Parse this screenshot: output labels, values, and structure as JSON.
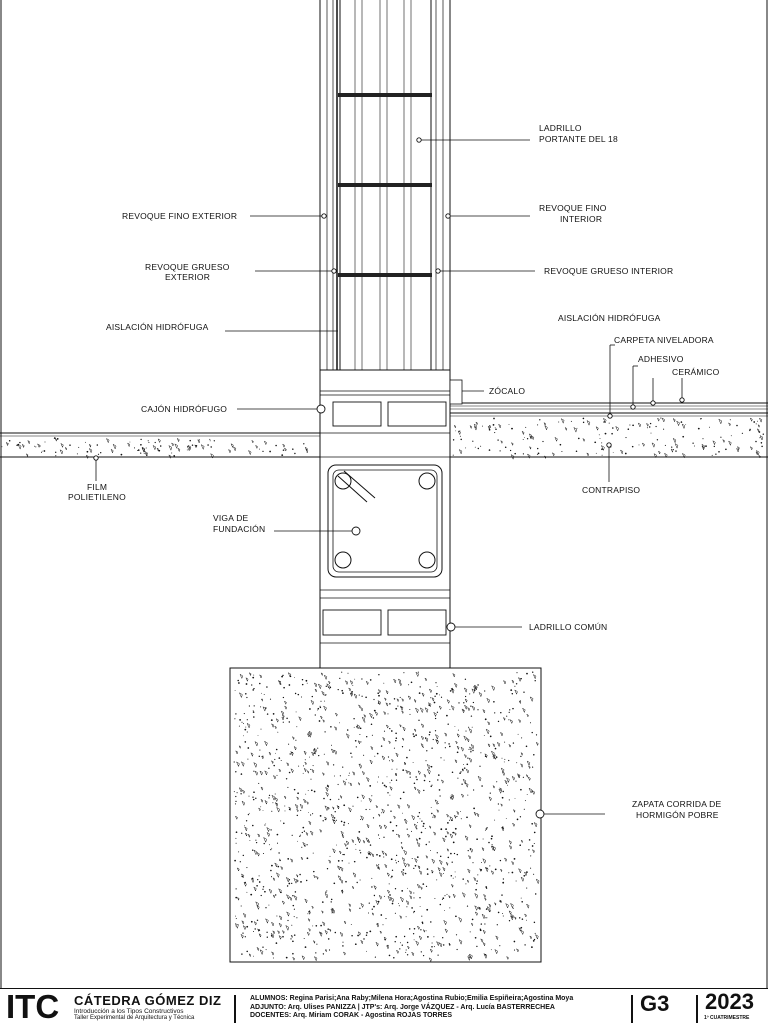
{
  "drawing": {
    "labels": {
      "ladrillo_portante": [
        "LADRILLO",
        "PORTANTE DEL 18"
      ],
      "revoque_fino_exterior": [
        "REVOQUE FINO EXTERIOR"
      ],
      "revoque_fino_interior": [
        "REVOQUE FINO",
        "INTERIOR"
      ],
      "revoque_grueso_exterior": [
        "REVOQUE GRUESO",
        "EXTERIOR"
      ],
      "revoque_grueso_interior": [
        "REVOQUE GRUESO INTERIOR"
      ],
      "aislacion_hidrofuga_left": [
        "AISLACIÓN HIDRÓFUGA"
      ],
      "aislacion_hidrofuga_right": [
        "AISLACIÓN HIDRÓFUGA"
      ],
      "carpeta_niveladora": [
        "CARPETA NIVELADORA"
      ],
      "adhesivo": [
        "ADHESIVO"
      ],
      "ceramico": [
        "CERÁMICO"
      ],
      "zocalo": [
        "ZÓCALO"
      ],
      "cajon_hidrofugo": [
        "CAJÓN HIDRÓFUGO"
      ],
      "film_polietileno": [
        "FILM",
        "POLIETILENO"
      ],
      "contrapiso": [
        "CONTRAPISO"
      ],
      "viga_fundacion": [
        "VIGA DE",
        "FUNDACIÓN"
      ],
      "ladrillo_comun": [
        "LADRILLO COMÚN"
      ],
      "zapata": [
        "ZAPATA CORRIDA DE",
        "HORMIGÓN POBRE"
      ]
    }
  },
  "titleblock": {
    "logo": "ITC",
    "catedra": "CÁTEDRA GÓMEZ DIZ",
    "subtitle1": "Introducción a los Tipos Constructivos",
    "subtitle2": "Taller Experimental de Arquitectura y Técnica",
    "alumnos": "ALUMNOS: Regina Parisi;Ana Raby;Milena Hora;Agostina Rubio;Emilia Espiñeira;Agostina Moya",
    "adjunto": "ADJUNTO: Arq. Ulises PANIZZA  |  JTP's: Arq. Jorge VÁZQUEZ -  Arq. Lucía BASTERRECHEA",
    "docentes": "DOCENTES: Arq. Miriam CORAK - Agostina ROJAS TORRES",
    "group": "G3",
    "year": "2023",
    "term": "1º CUATRIMESTRE"
  }
}
